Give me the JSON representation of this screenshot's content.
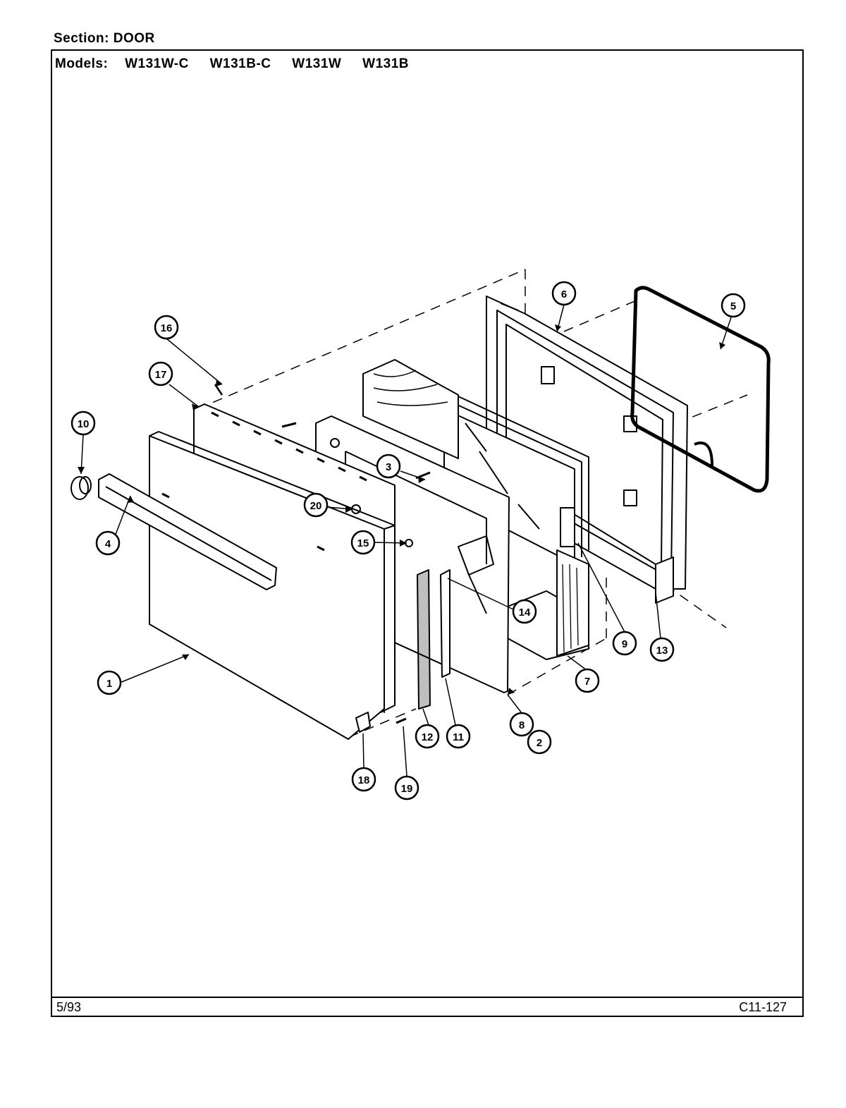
{
  "header": {
    "section_label": "Section:",
    "section_value": "DOOR",
    "models_label": "Models:",
    "models": [
      "W131W-C",
      "W131B-C",
      "W131W",
      "W131B"
    ]
  },
  "footer": {
    "date": "5/93",
    "code": "C11-127"
  },
  "callouts": [
    "1",
    "2",
    "3",
    "4",
    "5",
    "6",
    "7",
    "8",
    "9",
    "10",
    "11",
    "12",
    "13",
    "14",
    "15",
    "16",
    "17",
    "18",
    "19",
    "20"
  ]
}
